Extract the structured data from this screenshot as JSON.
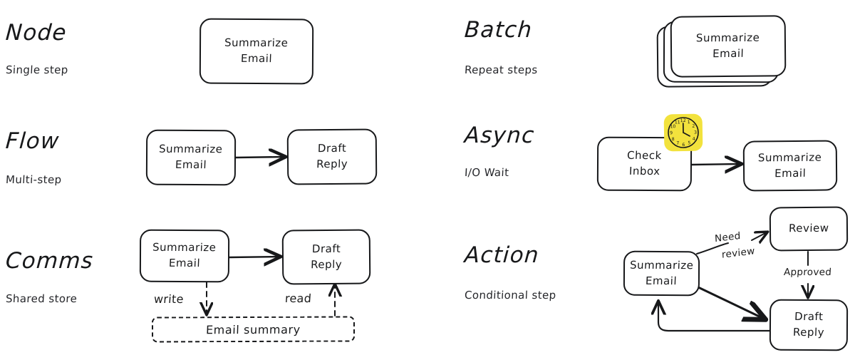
{
  "diagram": {
    "title_style": "hand-drawn whiteboard sketch",
    "accent_color": "#f2e23d",
    "ink_color": "#17181a",
    "background": "#ffffff"
  },
  "sections": [
    {
      "id": "node",
      "heading": "Node",
      "subheading": "Single step",
      "nodes": [
        {
          "label_line1": "Summarize",
          "label_line2": "Email"
        }
      ]
    },
    {
      "id": "batch",
      "heading": "Batch",
      "subheading": "Repeat steps",
      "nodes": [
        {
          "label_line1": "Summarize",
          "label_line2": "Email"
        }
      ],
      "stack_count": 3
    },
    {
      "id": "flow",
      "heading": "Flow",
      "subheading": "Multi-step",
      "nodes": [
        {
          "label_line1": "Summarize",
          "label_line2": "Email"
        },
        {
          "label_line1": "Draft",
          "label_line2": "Reply"
        }
      ]
    },
    {
      "id": "async",
      "heading": "Async",
      "subheading": "I/O Wait",
      "nodes": [
        {
          "label_line1": "Check",
          "label_line2": "Inbox"
        },
        {
          "label_line1": "Summarize",
          "label_line2": "Email"
        }
      ],
      "badge": "clock-emoji"
    },
    {
      "id": "comms",
      "heading": "Comms",
      "subheading": "Shared store",
      "nodes": [
        {
          "label_line1": "Summarize",
          "label_line2": "Email"
        },
        {
          "label_line1": "Draft",
          "label_line2": "Reply"
        }
      ],
      "store_label": "Email summary",
      "edge_labels": {
        "write": "write",
        "read": "read"
      }
    },
    {
      "id": "action",
      "heading": "Action",
      "subheading": "Conditional step",
      "nodes": [
        {
          "label_line1": "Summarize",
          "label_line2": "Email"
        },
        {
          "label_line1": "Review",
          "label_line2": ""
        },
        {
          "label_line1": "Draft",
          "label_line2": "Reply"
        }
      ],
      "edge_labels": {
        "need_review_line1": "Need",
        "need_review_line2": "review",
        "approved": "Approved"
      }
    }
  ]
}
